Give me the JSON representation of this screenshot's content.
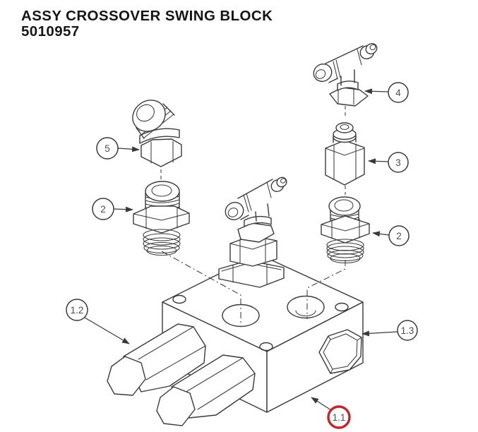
{
  "document": {
    "title_line1": "ASSY CROSSOVER SWING BLOCK",
    "title_line2": "5010957"
  },
  "colors": {
    "line": "#3a3a3a",
    "balloon_text": "#4d4d4d",
    "title_text": "#161616",
    "highlight_red": "#cc2127",
    "background": "#ffffff"
  },
  "balloons": [
    {
      "id": "balloon-5",
      "label": "5"
    },
    {
      "id": "balloon-2-left",
      "label": "2"
    },
    {
      "id": "balloon-4",
      "label": "4"
    },
    {
      "id": "balloon-3",
      "label": "3"
    },
    {
      "id": "balloon-2-right",
      "label": "2"
    },
    {
      "id": "balloon-1-2",
      "label": "1.2"
    },
    {
      "id": "balloon-1-3",
      "label": "1.3"
    },
    {
      "id": "balloon-1-1",
      "label": "1.1",
      "highlighted": true
    }
  ]
}
